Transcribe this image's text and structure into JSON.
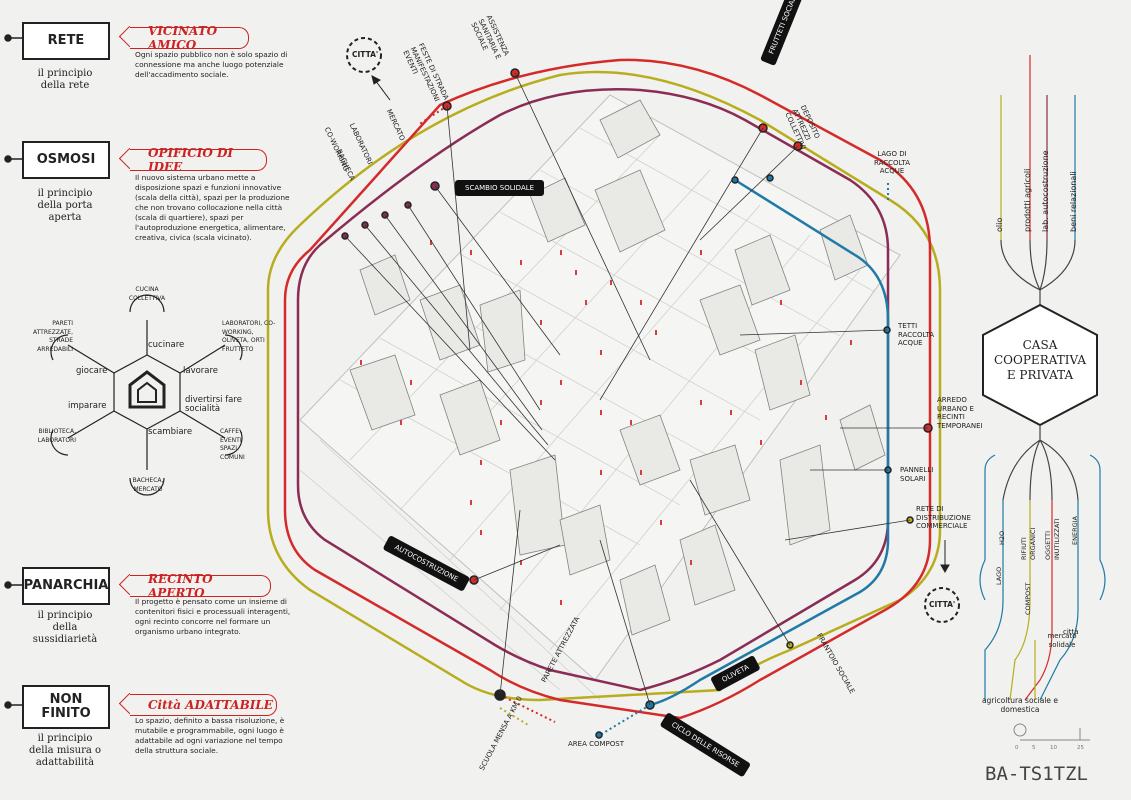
{
  "principles": [
    {
      "name": "RETE",
      "caption": "il principio della rete",
      "title": "VICINATO AMICO",
      "text": "Ogni spazio pubblico non è solo spazio di connessione ma anche luogo potenziale dell'accadimento sociale."
    },
    {
      "name": "OSMOSI",
      "caption": "il principio della porta aperta",
      "title": "OPIFICIO DI IDEE",
      "text": "Il nuovo sistema urbano mette a disposizione spazi e funzioni innovative (scala della città), spazi per la produzione che non trovano collocazione nella città (scala di quartiere), spazi per l'autoproduzione energetica, alimentare, creativa, civica (scala vicinato)."
    },
    {
      "name": "PANARCHIA",
      "caption": "il principio della sussidiarietà",
      "title": "RECINTO APERTO",
      "text": "Il progetto è pensato come un insieme di contenitori fisici e processuali interagenti, ogni recinto concorre nel formare un organismo urbano integrato."
    },
    {
      "name": "NON FINITO",
      "caption": "il principio della misura o adattabilità",
      "title": "Città ADATTABILE",
      "text": "Lo spazio, definito a bassa risoluzione, è mutabile e programmabile, ogni luogo è adattabile ad ogni variazione nel tempo della struttura sociale."
    }
  ],
  "hexagon": {
    "center_labels": [
      "cucinare",
      "lavorare",
      "divertirsi fare socialità",
      "scambiare",
      "imparare",
      "giocare"
    ],
    "outer_labels": [
      "CUCINA COLLETTIVA",
      "LABORATORI, CO-WORKING, OLIVETA, ORTI FRUTTETO",
      "CAFFE', EVENTI SPAZI COMUNI",
      "BACHECA, MERCATO",
      "BIBLIOTECA, LABORATORI",
      "PARETI ATTREZZATE, STRADE ARREDABILI"
    ]
  },
  "map": {
    "citta_top": "CITTA'",
    "citta_bottom": "CITTA'",
    "top_labels": [
      "BACHECA",
      "CO-WORKING",
      "LABORATORI",
      "MERCATO",
      "FESTE DI STRADA MANIFESTAZIONI EVENTI",
      "ASSISTENZA SANITARIA E SOCIALE",
      "DEPOSITO ATTREZZI COLLETTIVI"
    ],
    "black_tags": [
      "SCAMBIO SOLIDALE",
      "FRUTTETI SOCIALI",
      "AUTOCOSTRUZIONE",
      "OLIVETA",
      "CICLO DELLE RISORSE"
    ],
    "right_labels": [
      "LAGO DI RACCOLTA ACQUE",
      "TETTI RACCOLTA ACQUE",
      "ARREDO URBANO E RECINTI TEMPORANEI",
      "PANNELLI SOLARI",
      "RETE DI DISTRIBUZIONE COMMERCIALE"
    ],
    "bottom_labels": [
      "PARETE ATTREZZATA",
      "SCUOLA MENSA A KM 0",
      "AREA COMPOST",
      "FRANTOIO SOCIALE"
    ]
  },
  "right_panel": {
    "top_flows": [
      "olio",
      "prodotti agricoli",
      "lab. autocostruzione",
      "beni relazionali"
    ],
    "center": "CASA COOPERATIVA E PRIVATA",
    "bottom_flows": [
      "H2O",
      "RIFIUTI ORGANICI",
      "OGGETTI INUTILIZZATI",
      "ENERGIA"
    ],
    "sources": [
      "LAGO",
      "COMPOST",
      "mercato solidale",
      "città"
    ],
    "footer": "agricoltura sociale e domestica",
    "scale": [
      "0",
      "5",
      "10",
      "25"
    ],
    "code": "BA-TS1TZL"
  },
  "colors": {
    "red": "#d42a2a",
    "olive": "#b8ad1e",
    "purple": "#8a2c55",
    "blue": "#1f7aa8",
    "accent_light": "#e07a7a"
  }
}
